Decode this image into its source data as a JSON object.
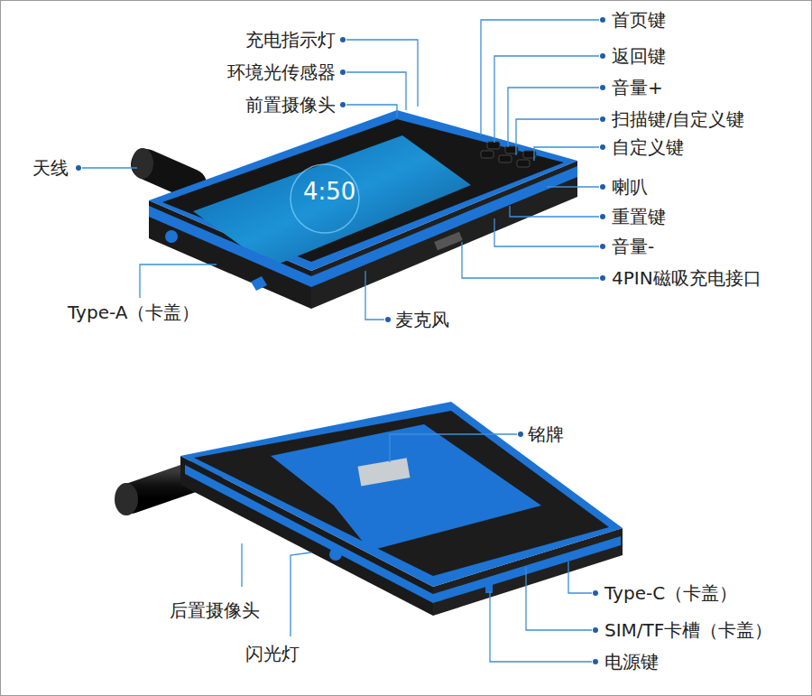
{
  "diagram": {
    "labels": [
      "充电指示灯",
      "环境光传感器",
      "前置摄像头",
      "天线",
      "Type-A（卡盖）",
      "麦克风",
      "首页键",
      "返回键",
      "音量+",
      "扫描键/自定义键",
      "自定义键",
      "喇叭",
      "重置键",
      "音量-",
      "4PIN磁吸充电接口",
      "4:50",
      "铭牌",
      "后置摄像头",
      "闪光灯",
      "Type-C（卡盖）",
      "SIM/TF卡槽（卡盖）",
      "电源键"
    ]
  }
}
